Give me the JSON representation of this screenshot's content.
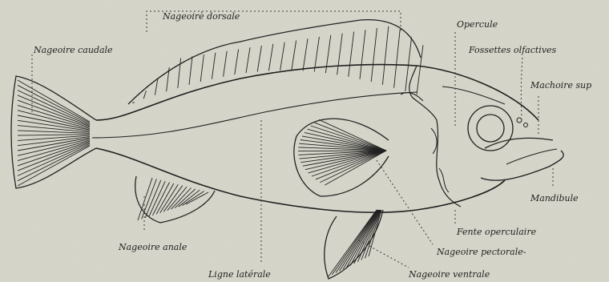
{
  "diagram": {
    "subject": "fish",
    "labels": {
      "nageoire_caudale": "Nageoire caudale",
      "nageoire_dorsale": "Nageoirè dorsale",
      "opercule": "Opercule",
      "fossettes_olfactives": "Fossettes olfactives",
      "machoire_sup": "Machoire sup",
      "mandibule": "Mandibule",
      "fente_operculaire": "Fente operculaire",
      "nageoire_pectorale": "Nageoire pectorale-",
      "nageoire_ventrale": "Nageoire ventrale",
      "ligne_laterale": "Ligne latérale",
      "nageoire_anale": "Nageoire anale"
    },
    "colors": {
      "paper": "#d9d8cd",
      "ink": "#1f1f1f",
      "leader": "#3a3a3a"
    }
  }
}
